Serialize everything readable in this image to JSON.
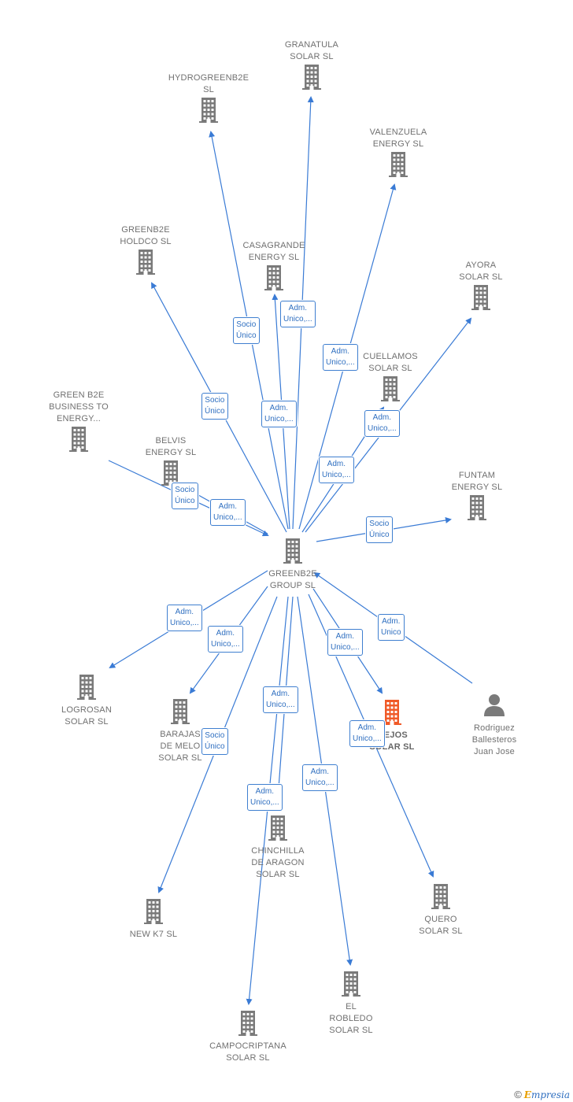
{
  "diagram": {
    "center": {
      "name": "GREENB2E GROUP  SL"
    },
    "nodes": [
      {
        "id": "granatula",
        "name": "GRANATULA SOLAR  SL",
        "kind": "company"
      },
      {
        "id": "hydrogreenb2e",
        "name": "HYDROGREENB2E SL",
        "kind": "company"
      },
      {
        "id": "valenzuela",
        "name": "VALENZUELA ENERGY  SL",
        "kind": "company"
      },
      {
        "id": "greenb2e_holdco",
        "name": "GREENB2E HOLDCO  SL",
        "kind": "company"
      },
      {
        "id": "casagrande",
        "name": "CASAGRANDE ENERGY  SL",
        "kind": "company"
      },
      {
        "id": "ayora",
        "name": "AYORA SOLAR  SL",
        "kind": "company"
      },
      {
        "id": "cuellamos",
        "name": "CUELLAMOS SOLAR  SL",
        "kind": "company"
      },
      {
        "id": "green_b2e_business",
        "name": "GREEN B2E BUSINESS TO ENERGY...",
        "kind": "company"
      },
      {
        "id": "belvis",
        "name": "BELVIS ENERGY  SL",
        "kind": "company"
      },
      {
        "id": "funtam",
        "name": "FUNTAM ENERGY  SL",
        "kind": "company"
      },
      {
        "id": "logrosan",
        "name": "LOGROSAN SOLAR  SL",
        "kind": "company"
      },
      {
        "id": "barajas",
        "name": "BARAJAS DE MELO SOLAR  SL",
        "kind": "company"
      },
      {
        "id": "tejos",
        "name": "...EJOS SOLAR  SL",
        "kind": "focus"
      },
      {
        "id": "rodriguez",
        "name": "Rodriguez Ballesteros Juan Jose",
        "kind": "person"
      },
      {
        "id": "chinchilla",
        "name": "CHINCHILLA DE ARAGON SOLAR  SL",
        "kind": "company"
      },
      {
        "id": "quero",
        "name": "QUERO SOLAR  SL",
        "kind": "company"
      },
      {
        "id": "newk7",
        "name": "NEW K7  SL",
        "kind": "company"
      },
      {
        "id": "el_robledo",
        "name": "EL ROBLEDO SOLAR  SL",
        "kind": "company"
      },
      {
        "id": "campocriptana",
        "name": "CAMPOCRIPTANA SOLAR  SL",
        "kind": "company"
      }
    ],
    "edge_labels": [
      {
        "id": "e_hydro",
        "line1": "Socio",
        "line2": "Único"
      },
      {
        "id": "e_granatula",
        "line1": "Adm.",
        "line2": "Unico,..."
      },
      {
        "id": "e_valenzuela",
        "line1": "Adm.",
        "line2": "Unico,..."
      },
      {
        "id": "e_holdco",
        "line1": "Socio",
        "line2": "Único"
      },
      {
        "id": "e_casagrande",
        "line1": "Adm.",
        "line2": "Unico,..."
      },
      {
        "id": "e_ayora",
        "line1": "Adm.",
        "line2": "Unico,..."
      },
      {
        "id": "e_cuellamos",
        "line1": "Adm.",
        "line2": "Unico,..."
      },
      {
        "id": "e_belvis_socio",
        "line1": "Socio",
        "line2": "Único"
      },
      {
        "id": "e_belvis_adm",
        "line1": "Adm.",
        "line2": "Unico,..."
      },
      {
        "id": "e_funtam",
        "line1": "Socio",
        "line2": "Único"
      },
      {
        "id": "e_logrosan",
        "line1": "Adm.",
        "line2": "Unico,..."
      },
      {
        "id": "e_barajas",
        "line1": "Adm.",
        "line2": "Unico,..."
      },
      {
        "id": "e_tejos",
        "line1": "Adm.",
        "line2": "Unico,..."
      },
      {
        "id": "e_rodriguez",
        "line1": "Adm.",
        "line2": "Unico"
      },
      {
        "id": "e_chinchilla",
        "line1": "Adm.",
        "line2": "Unico,..."
      },
      {
        "id": "e_newk7",
        "line1": "Socio",
        "line2": "Único"
      },
      {
        "id": "e_campocriptana",
        "line1": "Adm.",
        "line2": "Unico,..."
      },
      {
        "id": "e_robledo",
        "line1": "Adm.",
        "line2": "Unico,..."
      },
      {
        "id": "e_quero",
        "line1": "Adm.",
        "line2": "Unico,..."
      }
    ],
    "colors": {
      "edge": "#3a7bd5",
      "company_icon": "#7a7a7a",
      "focus_icon": "#f05a28",
      "label_text": "#707070"
    }
  },
  "footer": {
    "copyright": "©",
    "brand_first": "E",
    "brand_rest": "mpresia"
  }
}
